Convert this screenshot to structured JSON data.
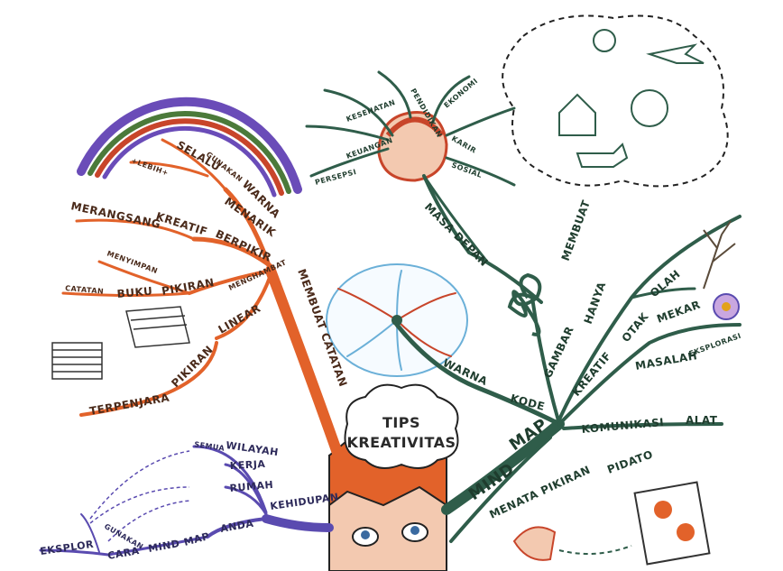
{
  "center": {
    "line1": "TIPS",
    "line2": "KREATIVITAS"
  },
  "orange_branch": {
    "main": "MEMBUAT CATATAN",
    "labels": {
      "warna": "WARNA",
      "gunakan": "GUNAKAN",
      "selalu": "SELALU",
      "lebih": "+LEBIH+",
      "menarik": "MENARIK",
      "berpikir": "BERPIKIR",
      "kreatif": "KREATIF",
      "merangsang": "MERANGSANG",
      "menghambat": "MENGHAMBAT",
      "pikiran": "PIKIRAN",
      "menyimpan": "MENYIMPAN",
      "buku": "BUKU",
      "catatan": "CATATAN",
      "linear": "LINEAR",
      "pikiran2": "PIKIRAN",
      "terpenjara": "TERPENJARA"
    }
  },
  "purple_branch": {
    "main": "KEHIDUPAN",
    "labels": {
      "anda": "ANDA",
      "map": "MAP",
      "mind": "MIND",
      "cara": "CARA",
      "gunakan": "GUNAKAN",
      "eksplor": "EKSPLOR",
      "rumah": "RUMAH",
      "kerja": "KERJA",
      "wilayah": "WILAYAH",
      "semua": "SEMUA"
    }
  },
  "green_branch": {
    "mind": "MIND",
    "map": "MAP",
    "labels": {
      "kode": "KODE",
      "warna": "WARNA",
      "kreatif": "KREATIF",
      "gambar": "GAMBAR",
      "hanya": "HANYA",
      "membuat": "MEMBUAT",
      "otak": "OTAK",
      "olah": "OLAH",
      "mekar": "MEKAR",
      "masalah": "MASALAH",
      "eksplorasi": "EKSPLORASI",
      "komunikasi": "KOMUNIKASI",
      "alat": "ALAT",
      "menata_pikiran": "MENATA PIKIRAN",
      "pidato": "PIDATO",
      "masa_depan": "MASA DEPAN",
      "persepsi": "PERSEPSI",
      "keuangan": "KEUANGAN",
      "karir": "KARIR",
      "kesehatan": "KESEHATAN",
      "sosial": "SOSIAL",
      "pendidikan": "PENDIDIKAN",
      "ekonomi": "EKONOMI"
    }
  },
  "colors": {
    "orange": "#e2622a",
    "purple": "#5a4bb0",
    "green": "#2f5d4a",
    "rainbow_red": "#c8452a",
    "rainbow_green": "#4b7a3a",
    "rainbow_purple": "#6a4cb8"
  }
}
